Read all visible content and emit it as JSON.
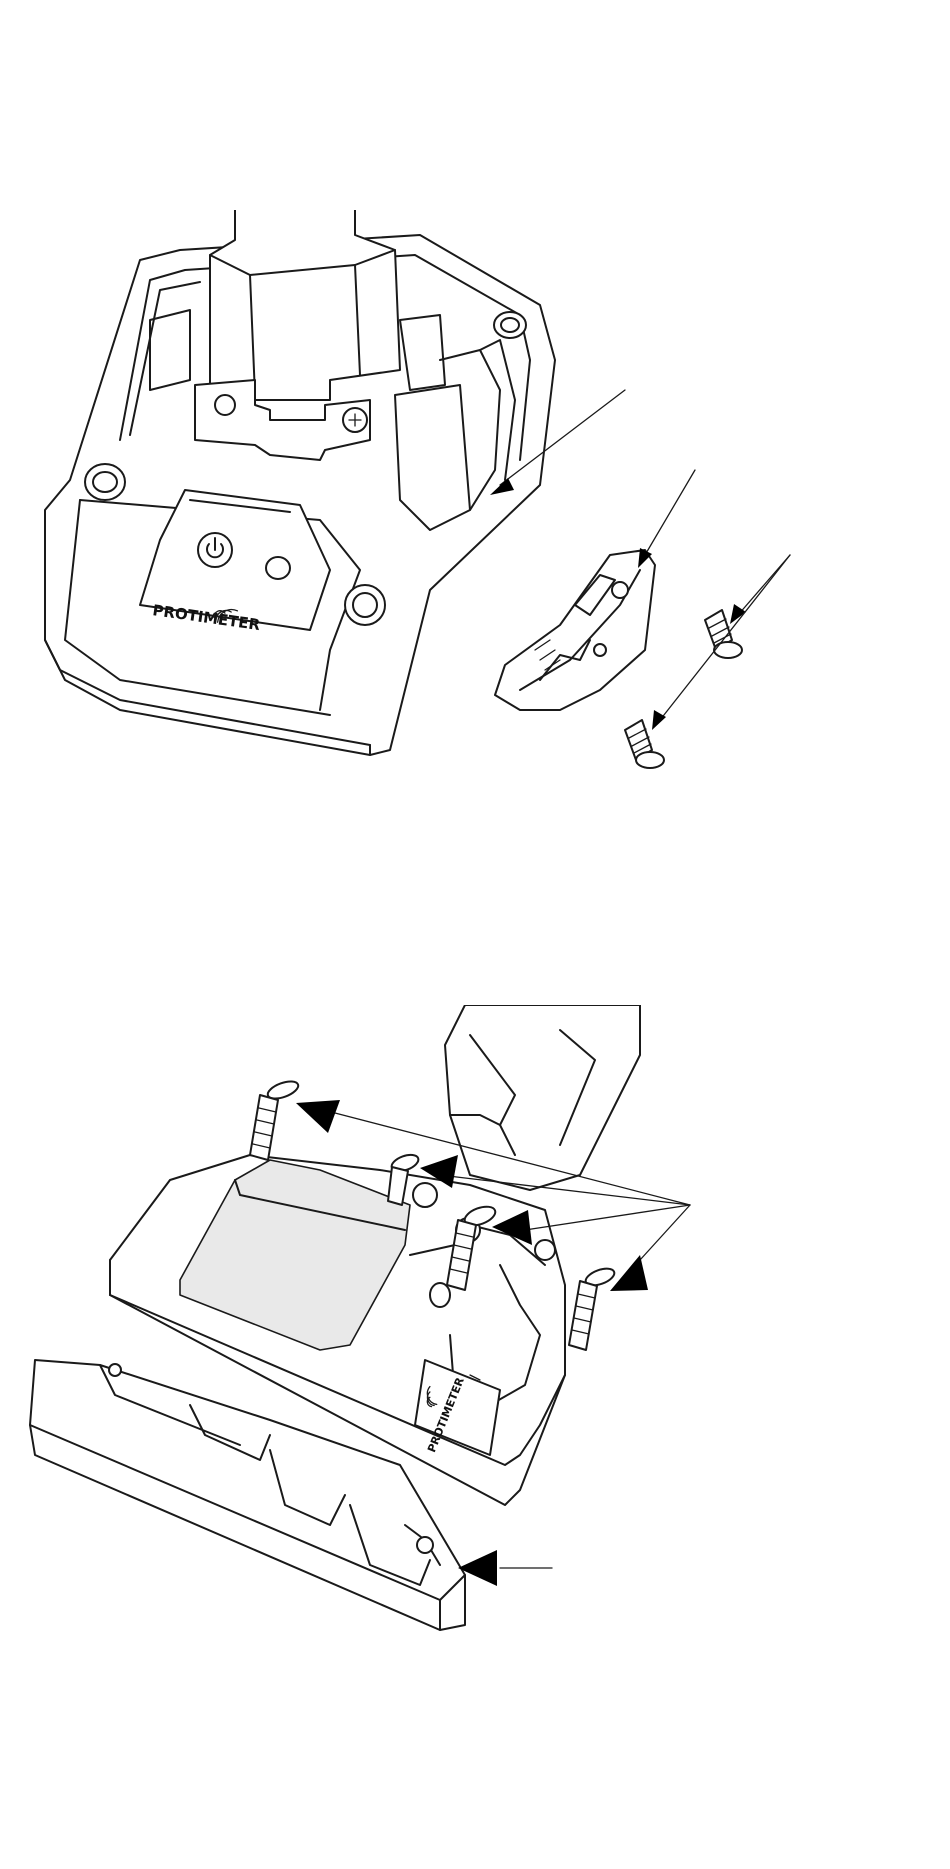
{
  "figures": [
    {
      "id": "top",
      "brand": "PROTIMETER",
      "icons": [
        "power-icon",
        "wireless-signal-icon"
      ]
    },
    {
      "id": "bottom",
      "brand": "PROTIMETER",
      "icons": [
        "wireless-signal-icon"
      ]
    }
  ],
  "colors": {
    "line": "#1a1a1a",
    "arrow": "#000000",
    "background": "#ffffff"
  }
}
